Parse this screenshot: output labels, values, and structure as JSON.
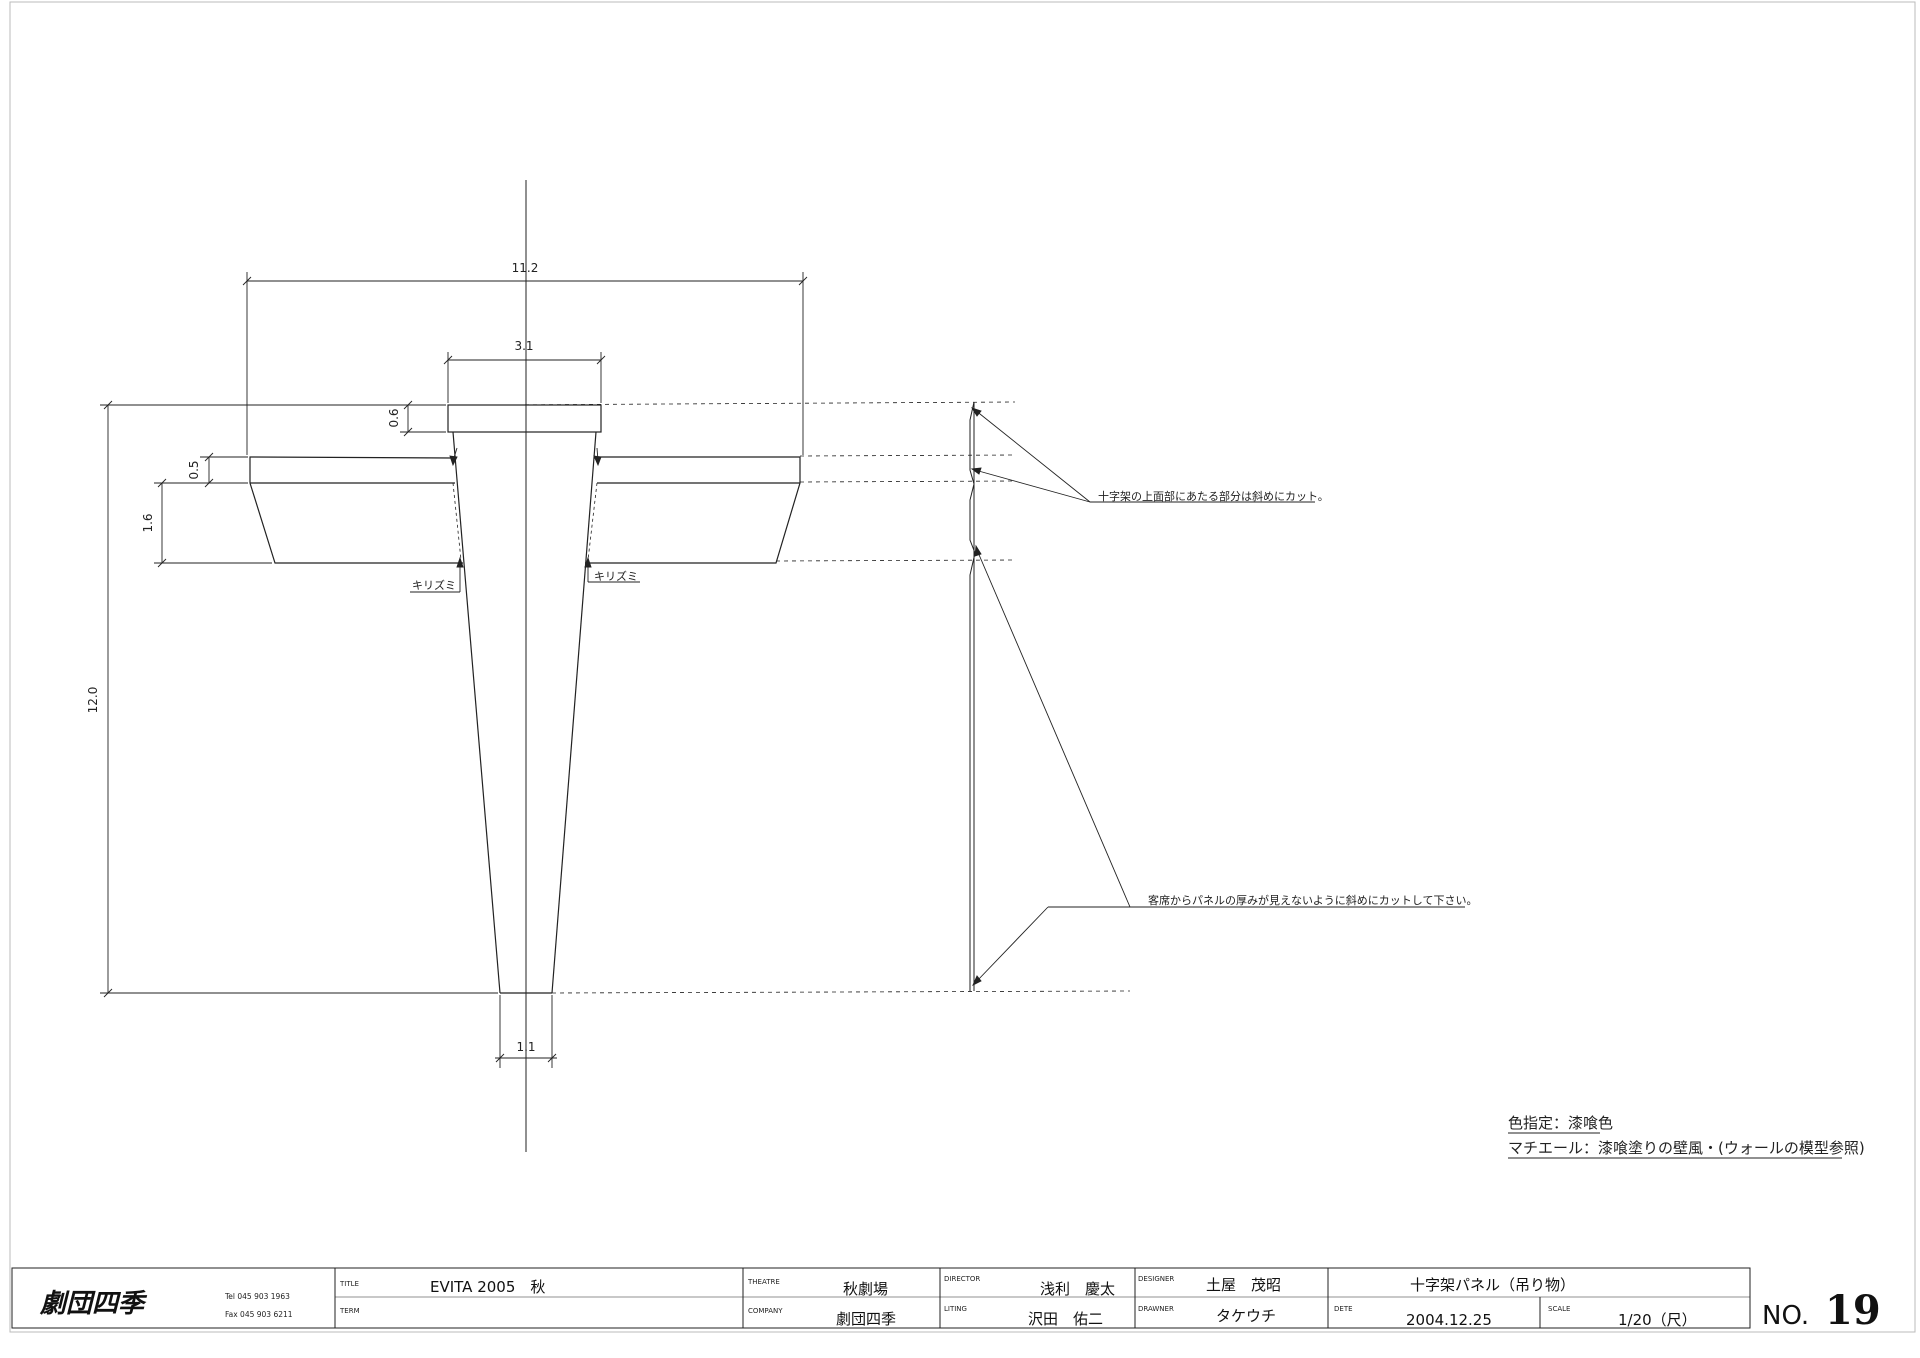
{
  "dimensions": {
    "overall_width": "11.2",
    "top_width": "3.1",
    "top_cap_height": "0.6",
    "arm_top_height": "0.5",
    "arm_body_height": "1.6",
    "total_height": "12.0",
    "bottom_width": "1.1"
  },
  "callouts": {
    "kirizumi_left": "キリズミ",
    "kirizumi_right": "キリズミ",
    "note_top": "十字架の上面部にあたる部分は斜めにカット。",
    "note_side": "客席からパネルの厚みが見えないように斜めにカットして下さい。"
  },
  "specs": {
    "color": "色指定：漆喰色",
    "texture": "マチエール：漆喰塗りの壁風・(ウォールの模型参照)"
  },
  "title_block": {
    "company_logo": "劇団四季",
    "tel": "Tel 045 903 1963",
    "fax": "Fax 045 903 6211",
    "title_label": "TITLE",
    "title_value": "EVITA 2005　秋",
    "term_label": "TERM",
    "term_value": "",
    "theatre_label": "THEATRE",
    "theatre_value": "秋劇場",
    "company_label": "COMPANY",
    "company_value": "劇団四季",
    "director_label": "DIRECTOR",
    "director_value": "浅利　慶太",
    "liting_label": "LITING",
    "liting_value": "沢田　佑二",
    "designer_label": "DESIGNER",
    "designer_value": "土屋　茂昭",
    "drawner_label": "DRAWNER",
    "drawner_value": "タケウチ",
    "item_value": "十字架パネル（吊り物）",
    "date_label": "DETE",
    "date_value": "2004.12.25",
    "scale_label": "SCALE",
    "scale_value": "1/20（尺）",
    "no_label": "NO.",
    "no_value": "19"
  }
}
